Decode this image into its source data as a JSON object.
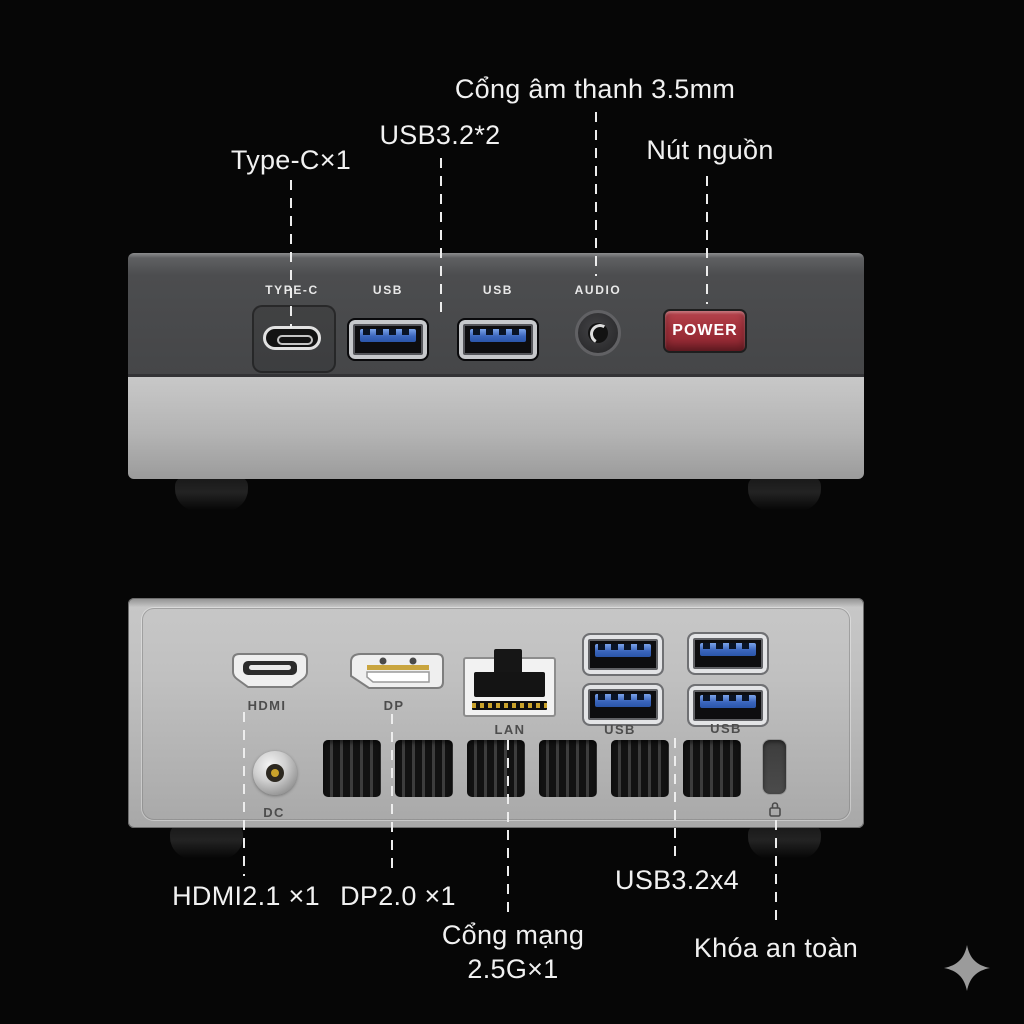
{
  "front": {
    "callouts": {
      "audio": "Cổng âm thanh 3.5mm",
      "usb": "USB3.2*2",
      "typec": "Type-C×1",
      "power": "Nút nguồn"
    },
    "port_labels": {
      "typec": "TYPE-C",
      "usb1": "USB",
      "usb2": "USB",
      "audio": "AUDIO"
    },
    "power_button": "POWER"
  },
  "back": {
    "port_labels": {
      "hdmi": "HDMI",
      "dp": "DP",
      "lan": "LAN",
      "usb1": "USB",
      "usb2": "USB",
      "dc": "DC"
    },
    "callouts": {
      "hdmi": "HDMI2.1 ×1",
      "dp": "DP2.0 ×1",
      "lan_line1": "Cổng mạng",
      "lan_line2": "2.5G×1",
      "usb": "USB3.2x4",
      "lock": "Khóa an toàn"
    }
  },
  "colors": {
    "background": "#060606",
    "power_red": "#a1303a",
    "usb_blue": "#3b66bd",
    "panel_dark": "#4c4d4f",
    "panel_light": "#bcbcbc",
    "sparkle_gray": "#9b9b9b"
  }
}
